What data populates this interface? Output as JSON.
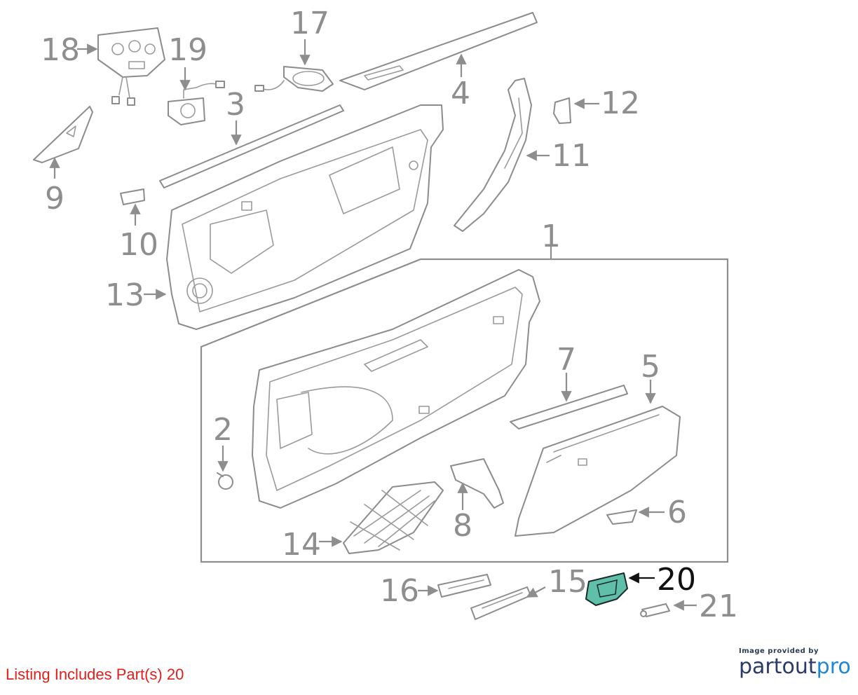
{
  "callouts": {
    "c1": "1",
    "c2": "2",
    "c3": "3",
    "c4": "4",
    "c5": "5",
    "c6": "6",
    "c7": "7",
    "c8": "8",
    "c9": "9",
    "c10": "10",
    "c11": "11",
    "c12": "12",
    "c13": "13",
    "c14": "14",
    "c15": "15",
    "c16": "16",
    "c17": "17",
    "c18": "18",
    "c19": "19",
    "c20": "20",
    "c21": "21"
  },
  "highlight_color": "#5fbfa8",
  "listing_text": "Listing Includes Part(s) 20",
  "credit": {
    "small": "Image provided by",
    "brand_a": "partout",
    "brand_b": "pro"
  }
}
